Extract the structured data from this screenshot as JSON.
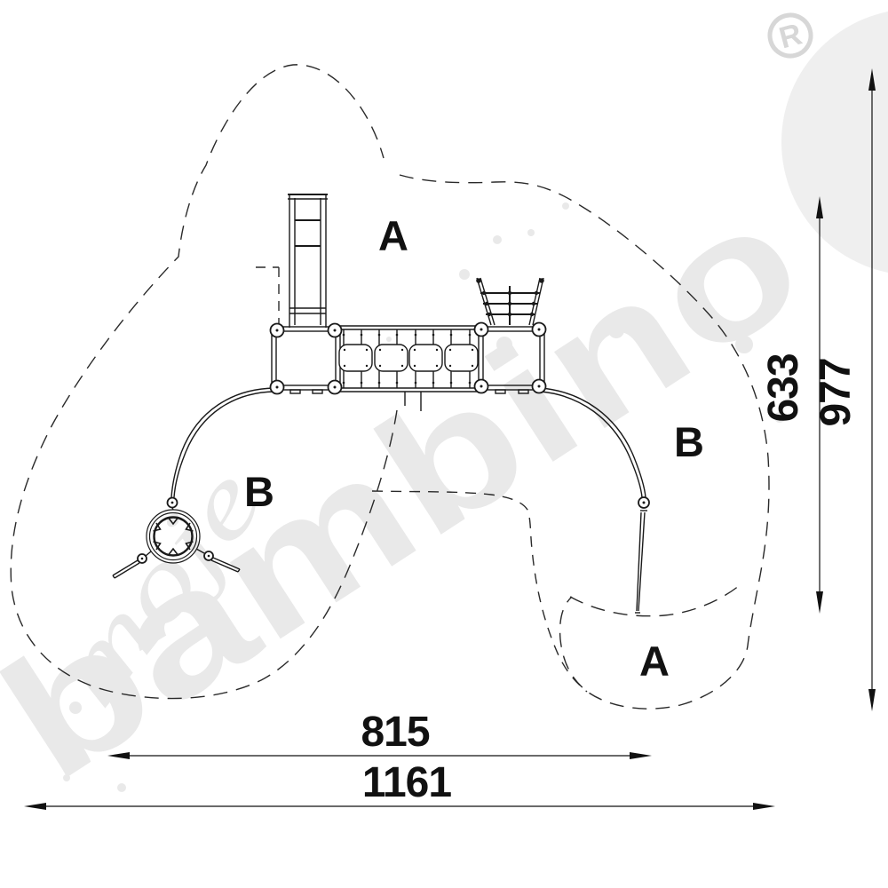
{
  "drawing": {
    "kind": "playground-equipment-plan-top-view"
  },
  "zone_labels": {
    "top_a": "A",
    "right_b": "B",
    "left_b": "B",
    "bottom_a": "A"
  },
  "dimensions": {
    "horizontal_inner": {
      "value": "815"
    },
    "horizontal_outer": {
      "value": "1161"
    },
    "vertical_inner": {
      "value": "633"
    },
    "vertical_outer": {
      "value": "977"
    }
  },
  "watermark": {
    "script_word": "moje",
    "brand_word": "bambino",
    "registered_mark": "R"
  },
  "colors": {
    "line": "#1a1a1a",
    "dashed_zone": "#2a2a2a",
    "dimension": "#111111",
    "watermark": "#e9e9e9",
    "registered": "#d7d7d7",
    "background": "#ffffff"
  }
}
